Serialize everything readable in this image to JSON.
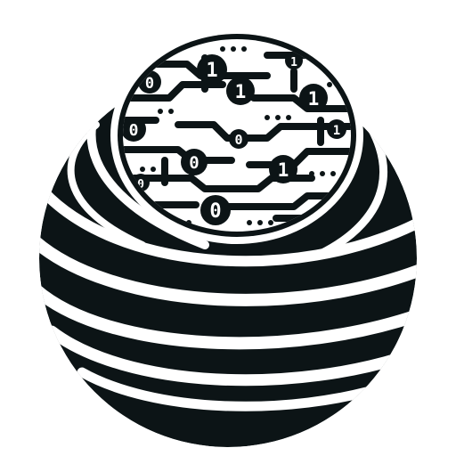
{
  "logo": {
    "name": "binary-circuit-globe-logo",
    "digits": [
      "1",
      "0",
      "1",
      "0",
      "1",
      "0",
      "1",
      "0",
      "0",
      "1",
      "0",
      "1"
    ]
  },
  "colors": {
    "background": "#ffffff",
    "ink": "#0c1416"
  },
  "icons": [
    "globe-swirl-icon",
    "circuit-trace-icon",
    "binary-digit-icon"
  ]
}
